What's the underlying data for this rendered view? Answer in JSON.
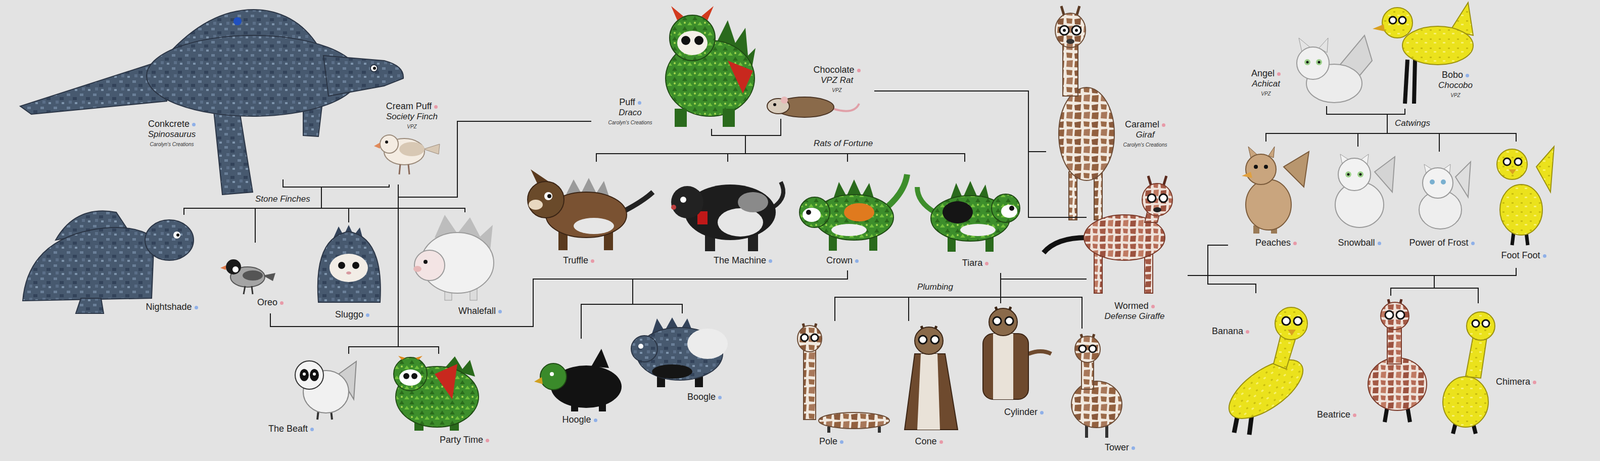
{
  "diagram": {
    "nodes": [
      {
        "text": [
          "Conkcrete",
          "Spinosaurus",
          "Carolyn's Creations"
        ]
      },
      {
        "text": [
          "Cream Puff",
          "Society Finch",
          "VPZ"
        ]
      },
      {
        "text": [
          "Puff",
          "Draco",
          "Carolyn's Creations"
        ]
      },
      {
        "text": [
          "Chocolate",
          "VPZ Rat",
          "VPZ"
        ]
      },
      {
        "text": [
          "Caramel",
          "Giraf",
          "Carolyn's Creations"
        ]
      },
      {
        "text": [
          "Angel",
          "Achicat",
          "VPZ"
        ]
      },
      {
        "text": [
          "Bobo",
          "Chocobo",
          "VPZ"
        ]
      },
      {
        "text": [
          "Nightshade"
        ]
      },
      {
        "text": [
          "Oreo"
        ]
      },
      {
        "text": [
          "Sluggo"
        ]
      },
      {
        "text": [
          "Whalefall"
        ]
      },
      {
        "text": [
          "Truffle"
        ]
      },
      {
        "text": [
          "The Machine"
        ]
      },
      {
        "text": [
          "Crown"
        ]
      },
      {
        "text": [
          "Tiara"
        ]
      },
      {
        "text": [
          "Wormed",
          "Defense Giraffe"
        ]
      },
      {
        "text": [
          "Peaches"
        ]
      },
      {
        "text": [
          "Snowball"
        ]
      },
      {
        "text": [
          "Power of Frost"
        ]
      },
      {
        "text": [
          "Foot Foot"
        ]
      },
      {
        "text": [
          "The Beaft"
        ]
      },
      {
        "text": [
          "Party Time"
        ]
      },
      {
        "text": [
          "Hoogle"
        ]
      },
      {
        "text": [
          "Boogle"
        ]
      },
      {
        "text": [
          "Pole"
        ]
      },
      {
        "text": [
          "Cone"
        ]
      },
      {
        "text": [
          "Cylinder"
        ]
      },
      {
        "text": [
          "Tower"
        ]
      },
      {
        "text": [
          "Banana"
        ]
      },
      {
        "text": [
          "Beatrice"
        ]
      },
      {
        "text": [
          "Chimera"
        ]
      }
    ],
    "edges": [
      {
        "from": 0,
        "to": 7,
        "arrow": "none"
      },
      {
        "from": 0,
        "to": 8,
        "arrow": "none"
      },
      {
        "from": 0,
        "to": 9,
        "arrow": "none"
      },
      {
        "from": 0,
        "to": 10,
        "arrow": "none"
      },
      {
        "from": 1,
        "to": 7,
        "arrow": "none"
      },
      {
        "from": 1,
        "to": 8,
        "arrow": "none"
      },
      {
        "from": 1,
        "to": 9,
        "arrow": "none"
      },
      {
        "from": 1,
        "to": 10,
        "arrow": "none"
      },
      {
        "from": 1,
        "to": 20,
        "arrow": "none"
      },
      {
        "from": 1,
        "to": 21,
        "arrow": "none"
      },
      {
        "from": 2,
        "to": 20,
        "arrow": "none"
      },
      {
        "from": 2,
        "to": 21,
        "arrow": "none"
      },
      {
        "from": 2,
        "to": 11,
        "arrow": "none"
      },
      {
        "from": 2,
        "to": 12,
        "arrow": "none"
      },
      {
        "from": 2,
        "to": 13,
        "arrow": "none"
      },
      {
        "from": 2,
        "to": 14,
        "arrow": "none"
      },
      {
        "from": 3,
        "to": 11,
        "arrow": "none"
      },
      {
        "from": 3,
        "to": 12,
        "arrow": "none"
      },
      {
        "from": 3,
        "to": 13,
        "arrow": "none"
      },
      {
        "from": 3,
        "to": 14,
        "arrow": "none"
      },
      {
        "from": 3,
        "to": 15,
        "arrow": "none"
      },
      {
        "from": 4,
        "to": 15,
        "arrow": "none"
      },
      {
        "from": 8,
        "to": 22,
        "arrow": "none"
      },
      {
        "from": 8,
        "to": 23,
        "arrow": "none"
      },
      {
        "from": 13,
        "to": 22,
        "arrow": "none"
      },
      {
        "from": 13,
        "to": 23,
        "arrow": "none"
      },
      {
        "from": 14,
        "to": 24,
        "arrow": "none"
      },
      {
        "from": 14,
        "to": 25,
        "arrow": "none"
      },
      {
        "from": 14,
        "to": 26,
        "arrow": "none"
      },
      {
        "from": 14,
        "to": 27,
        "arrow": "none"
      },
      {
        "from": 15,
        "to": 24,
        "arrow": "none"
      },
      {
        "from": 15,
        "to": 25,
        "arrow": "none"
      },
      {
        "from": 15,
        "to": 26,
        "arrow": "none"
      },
      {
        "from": 15,
        "to": 27,
        "arrow": "none"
      },
      {
        "from": 5,
        "to": 16,
        "arrow": "none"
      },
      {
        "from": 5,
        "to": 17,
        "arrow": "none"
      },
      {
        "from": 5,
        "to": 18,
        "arrow": "none"
      },
      {
        "from": 5,
        "to": 19,
        "arrow": "none"
      },
      {
        "from": 6,
        "to": 16,
        "arrow": "none"
      },
      {
        "from": 6,
        "to": 17,
        "arrow": "none"
      },
      {
        "from": 6,
        "to": 18,
        "arrow": "none"
      },
      {
        "from": 6,
        "to": 19,
        "arrow": "none"
      },
      {
        "from": 15,
        "to": 28,
        "arrow": "none"
      },
      {
        "from": 16,
        "to": 28,
        "arrow": "none"
      },
      {
        "from": 15,
        "to": 29,
        "arrow": "none"
      },
      {
        "from": 15,
        "to": 30,
        "arrow": "none"
      },
      {
        "from": 19,
        "to": 29,
        "arrow": "none"
      },
      {
        "from": 19,
        "to": 30,
        "arrow": "none"
      }
    ],
    "labels": [
      "Stone Finches",
      "Rats of Fortune",
      "Plumbing",
      "Catwings"
    ]
  }
}
